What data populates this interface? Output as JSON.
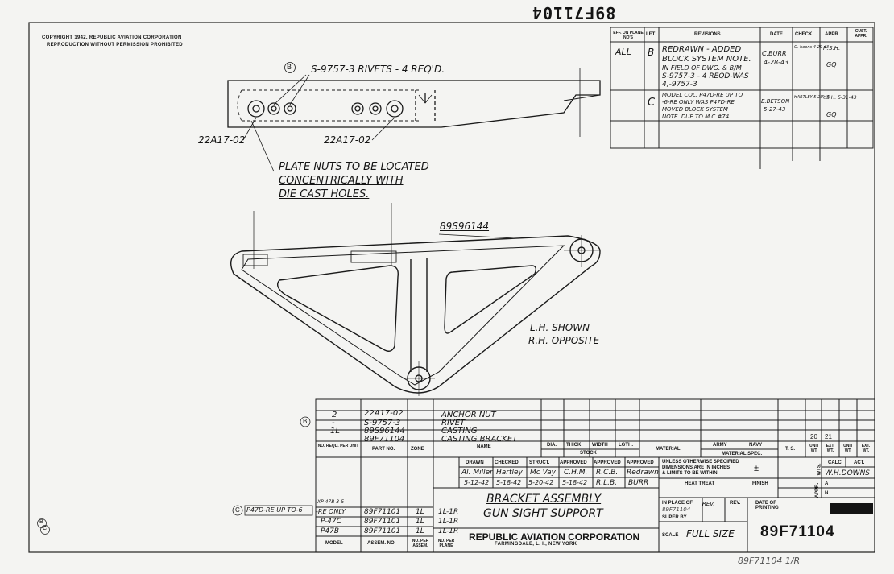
{
  "top_stamp": "89F71104",
  "copyright": [
    "COPYRIGHT 1942, REPUBLIC AVIATION CORPORATION",
    "REPRODUCTION WITHOUT PERMISSION PROHIBITED"
  ],
  "callouts": {
    "rivets_marker": "B",
    "rivets": "S-9757-3 RIVETS - 4 REQ'D.",
    "nut_left": "22A17-02",
    "nut_right": "22A17-02",
    "plate_note": [
      "PLATE NUTS TO BE LOCATED",
      "CONCENTRICALLY WITH",
      "DIE CAST HOLES."
    ],
    "casting": "89S96144",
    "hand_note": [
      "L.H. SHOWN",
      "R.H. OPPOSITE"
    ]
  },
  "revisions": {
    "headers": [
      "EFF. ON PLANE NO'S",
      "LET.",
      "REVISIONS",
      "DATE",
      "CHECK",
      "APPR.",
      "CUST. APPR."
    ],
    "rows": [
      {
        "eff": "ALL",
        "let": "B",
        "text": [
          "REDRAWN - ADDED",
          "BLOCK SYSTEM NOTE.",
          "IN FIELD OF DWG. & B/M",
          "S-9757-3 - 4 REQD-WAS",
          "4,-9757-3"
        ],
        "date_name": "C.BURR",
        "date": "4-28-43",
        "check": "G. hoons 4-29-43",
        "appr": "R.S.H.",
        "appr2": "GQ"
      },
      {
        "eff": "",
        "let": "C",
        "text": [
          "MODEL COL. P47D-RE UP TO",
          "-6-RE ONLY WAS P47D-RE",
          "MOVED BLOCK SYSTEM",
          "NOTE. DUE TO M.C.#74."
        ],
        "date_name": "E.BETSON",
        "date": "5-27-43",
        "check": "HARTLEY 5-29-43",
        "appr": "R.S.H. 5-31-43",
        "appr2": "GQ"
      }
    ]
  },
  "bom": {
    "rows": [
      {
        "qty": "2",
        "part": "22A17-02",
        "name": "ANCHOR NUT",
        "marker": ""
      },
      {
        "qty": "-",
        "part": "S-9757-3",
        "name": "RIVET",
        "marker": "B"
      },
      {
        "qty": "1L",
        "part": "89S96144",
        "name": "CASTING",
        "marker": ""
      },
      {
        "qty": "",
        "part": "89F71104",
        "name": "CASTING BRACKET",
        "marker": ""
      }
    ],
    "headers": {
      "qty": "NO. REQD. PER UNIT",
      "part": "PART NO.",
      "zone": "ZONE",
      "name": "NAME",
      "dia": "DIA.",
      "thick": "THICK",
      "width": "WIDTH",
      "lgth": "LGTH.",
      "stock": "STOCK",
      "material": "MATERIAL",
      "army": "ARMY",
      "navy": "NAVY",
      "matspec": "MATERIAL SPEC.",
      "ts": "T. S.",
      "unit_wt": "UNIT WT.",
      "ext_wt": "EXT. WT.",
      "unit_wt2": "UNIT WT.",
      "ext_wt2": "EXT. WT."
    },
    "wt_cols": [
      "20",
      "21"
    ]
  },
  "approvals": {
    "headers": [
      "DRAWN",
      "CHECKED",
      "STRUCT.",
      "APPROVED",
      "APPROVED",
      "APPROVED"
    ],
    "names": [
      "Al. Miller",
      "Hartley",
      "Mc Vay",
      "C.H.M.",
      "R.C.B.",
      "Redrawn"
    ],
    "dates": [
      "5-12-42",
      "5-18-42",
      "5-20-42",
      "5-18-42",
      "R.L.B.",
      "BURR"
    ]
  },
  "notes": {
    "tolerance": [
      "UNLESS OTHERWISE SPECIFIED",
      "DIMENSIONS ARE IN INCHES",
      "& LIMITS TO BE WITHIN"
    ],
    "pm": "±",
    "heat": "HEAT TREAT",
    "finish": "FINISH",
    "wts": "WTS.",
    "calc": "CALC.",
    "act": "ACT.",
    "calc_name": "W.H.DOWNS",
    "appr_label": "APPR.",
    "a": "A",
    "n": "N"
  },
  "models": {
    "marker": "C",
    "p47d_note": "P47D-RE UP TO-6",
    "rows": [
      {
        "model": "-RE ONLY",
        "prefix": "XP-47B-3-5",
        "assy": "89F71101",
        "zone": "1L",
        "plane": "1L-1R"
      },
      {
        "model": "P-47C",
        "prefix": "",
        "assy": "89F71101",
        "zone": "1L",
        "plane": "1L-1R"
      },
      {
        "model": "P47B",
        "prefix": "",
        "assy": "89F71101",
        "zone": "1L",
        "plane": "1L-1R"
      }
    ],
    "headers": [
      "MODEL",
      "ASSEM. NO.",
      "NO. PER ASSEM.",
      "NO. PER PLANE"
    ]
  },
  "title": {
    "line1": "BRACKET ASSEMBLY",
    "line2": "GUN SIGHT SUPPORT",
    "company": "REPUBLIC AVIATION CORPORATION",
    "city": "FARMINGDALE, L. I., NEW YORK",
    "in_place_label": "IN PLACE OF",
    "in_place": "89F71104",
    "super_by": "SUPER BY",
    "rev_label": "REV.",
    "rev_handwritten": "REV.",
    "date_printing": "DATE OF PRINTING",
    "scale_label": "SCALE",
    "scale": "FULL SIZE",
    "dwg_no": "89F71104"
  },
  "bottom_handwritten": "89F71104 1/R",
  "corner_marks": [
    "B",
    "C"
  ]
}
